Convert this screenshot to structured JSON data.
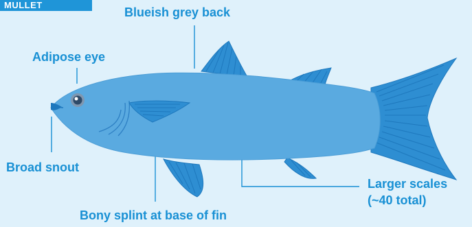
{
  "header": {
    "tag": "MULLET"
  },
  "labels": {
    "back": "Blueish grey back",
    "eye": "Adipose eye",
    "snout": "Broad snout",
    "scales_line1": "Larger scales",
    "scales_line2": "(~40 total)",
    "splint": "Bony splint at base of fin"
  },
  "colors": {
    "background": "#dff1fb",
    "body": "#5aaae0",
    "fin": "#2e8ed2",
    "fin_stroke": "#1e78bd",
    "label": "#1890d4",
    "leader": "#1890d4"
  }
}
